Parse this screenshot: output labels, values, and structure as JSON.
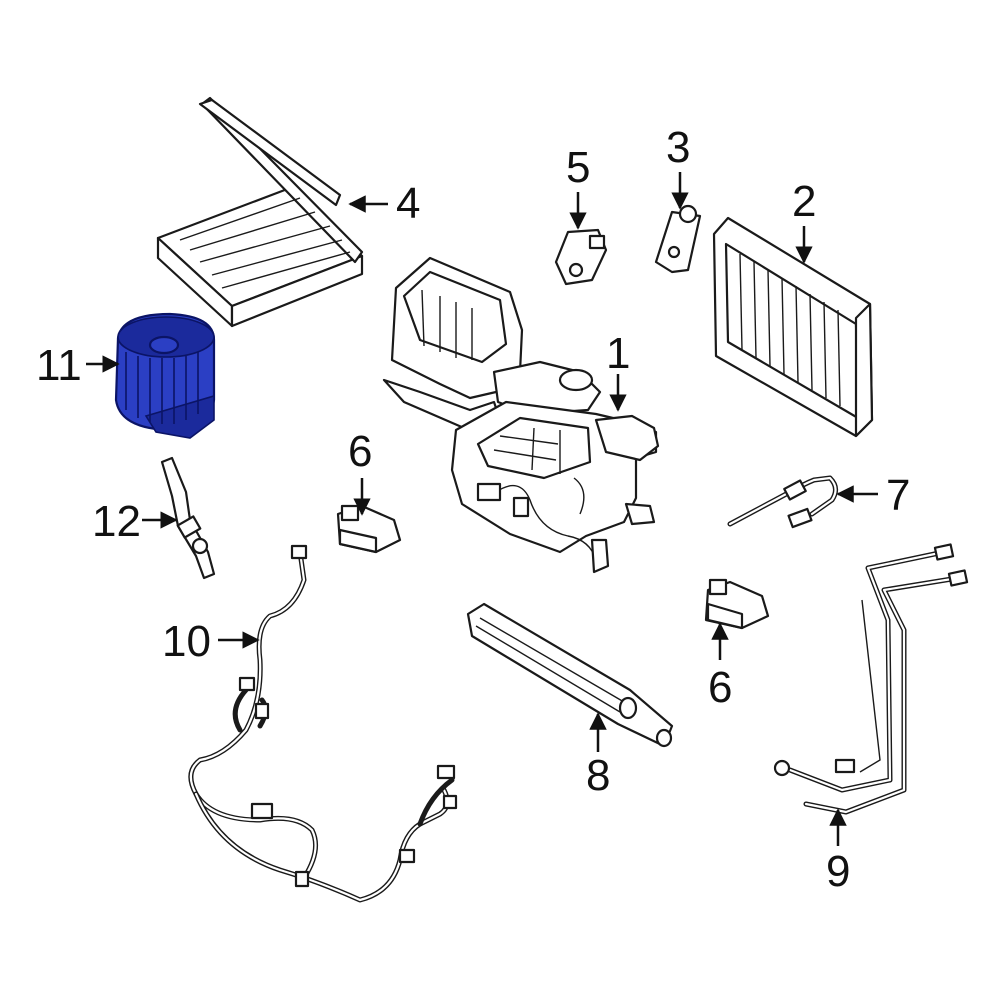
{
  "diagram": {
    "highlight_color": "#2b3fc4",
    "line_color": "#1a1a1a",
    "callouts": [
      "1",
      "2",
      "3",
      "4",
      "5",
      "6",
      "6",
      "7",
      "8",
      "9",
      "10",
      "11",
      "12"
    ]
  }
}
